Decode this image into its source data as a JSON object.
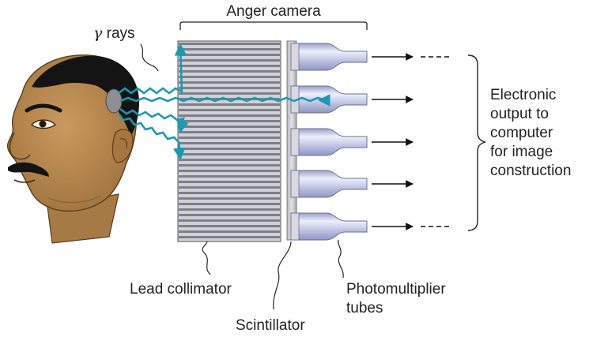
{
  "labels": {
    "camera": "Anger camera",
    "gamma_symbol": "γ",
    "gamma_rays": " rays",
    "output_lines": [
      "Electronic",
      "output to",
      "computer",
      "for image",
      "construction"
    ],
    "lead_collimator": "Lead collimator",
    "scintillator": "Scintillator",
    "pmt_lines": [
      "Photomultiplier",
      "tubes"
    ]
  },
  "colors": {
    "skin": "#b8894f",
    "skin_dark": "#8a6232",
    "hair": "#141414",
    "gamma_ray": "#1a9ab0",
    "collimator_light": "#d0d0d6",
    "collimator_dark": "#7f7f89",
    "scintillator": "#c9c9cf",
    "tube_light": "#eef0fa",
    "tube_mid": "#c4c8e6",
    "tube_dark": "#9aa0c8",
    "text": "#222222"
  },
  "diagram": {
    "tube_count": 5,
    "output_arrow_count": 5,
    "icons": [
      "head-illustration",
      "gamma-ray-arrow",
      "collimator-block",
      "photomultiplier-tube",
      "output-arrow",
      "curly-brace"
    ]
  }
}
